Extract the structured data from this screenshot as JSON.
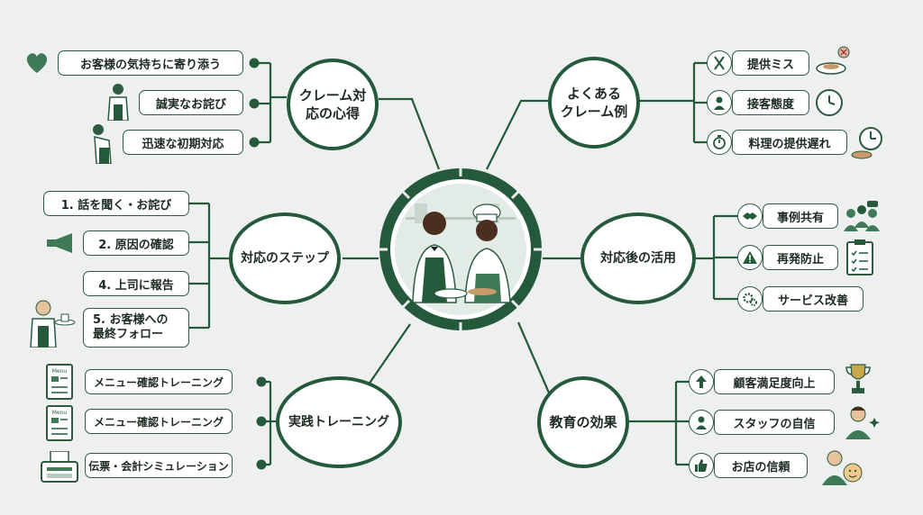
{
  "hubs": {
    "claim_mindset": "クレーム対\n応の心得",
    "common_claims": "よくある\nクレーム例",
    "steps": "対応のステップ",
    "after_use": "対応後の活用",
    "practice": "実践トレーニング",
    "education_effect": "教育の効果"
  },
  "claim_mindset_items": [
    "お客様の気持ちに寄り添う",
    "誠実なお詫び",
    "迅速な初期対応"
  ],
  "common_claim_items": [
    "提供ミス",
    "接客態度",
    "料理の提供遅れ"
  ],
  "step_items": [
    "1. 話を聞く・お詫び",
    "2. 原因の確認",
    "4. 上司に報告",
    "5. お客様への\n最終フォロー"
  ],
  "after_items": [
    "事例共有",
    "再発防止",
    "サービス改善"
  ],
  "practice_items": [
    "メニュー確認トレーニング",
    "メニュー確認トレーニング",
    "伝票・会計シミュレーション"
  ],
  "effect_items": [
    "顧客満足度向上",
    "スタッフの自信",
    "お店の信頼"
  ],
  "menu_card_text": "Menu",
  "colors": {
    "dark_green": "#245a3b",
    "mid_green": "#3f7a58",
    "light_bg": "#eef0ef"
  },
  "icons": {
    "claim_mindset": [
      "heart-icon",
      "bowing-waiter-icon",
      "bowing-staff-icon"
    ],
    "common_claims": [
      "fork-knife-icon",
      "person-icon",
      "stopwatch-icon"
    ],
    "common_claims_side": [
      "spilled-plate-icon",
      "clock-icon",
      "timer-dish-icon"
    ],
    "steps_side": [
      "megaphone-icon",
      "waiter-tray-icon"
    ],
    "after_items": [
      "handshake-icon",
      "warning-icon",
      "gears-icon"
    ],
    "after_side": [
      "team-meeting-icon",
      "checklist-icon"
    ],
    "practice_side": [
      "menu-card-icon",
      "menu-card-icon",
      "register-icon"
    ],
    "effect_items": [
      "arrow-up-icon",
      "person-icon",
      "thumbs-up-icon"
    ],
    "effect_side": [
      "trophy-icon",
      "confident-staff-icon",
      "smiling-customers-icon"
    ]
  }
}
